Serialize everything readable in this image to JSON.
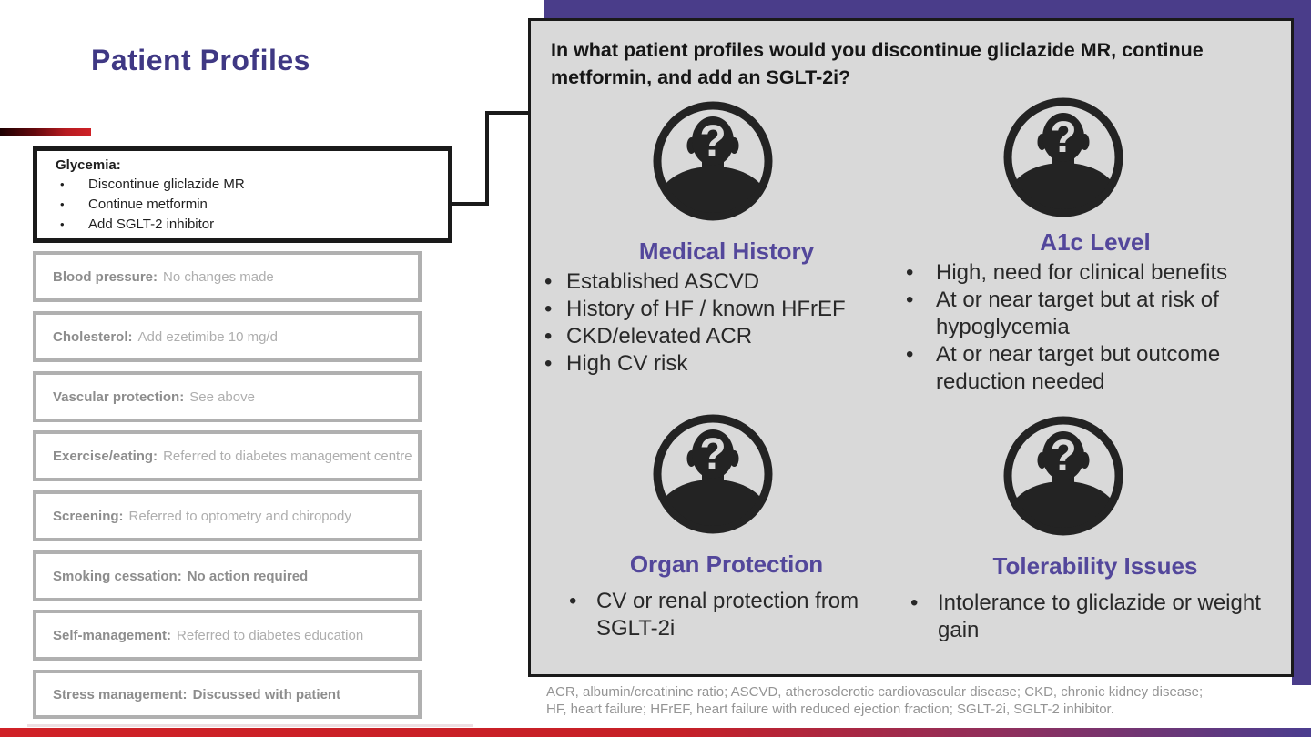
{
  "title": "Patient Profiles",
  "question": "In what patient profiles would you discontinue gliclazide MR, continue metformin, and add an SGLT-2i?",
  "glycemia": {
    "label": "Glycemia:",
    "items": [
      "Discontinue gliclazide MR",
      "Continue metformin",
      "Add SGLT-2 inhibitor"
    ]
  },
  "management_boxes": [
    {
      "label": "Blood pressure:",
      "value": "No changes made"
    },
    {
      "label": "Cholesterol:",
      "value": "Add ezetimibe 10 mg/d"
    },
    {
      "label": "Vascular protection:",
      "value": "See above"
    },
    {
      "label": "Exercise/eating:",
      "value": "Referred to diabetes management centre"
    },
    {
      "label": "Screening:",
      "value": "Referred to optometry and chiropody"
    },
    {
      "label": "Smoking cessation:",
      "value": "No action required"
    },
    {
      "label": "Self-management:",
      "value": "Referred to diabetes education"
    },
    {
      "label": "Stress management:",
      "value": "Discussed with patient"
    }
  ],
  "profiles": [
    {
      "heading": "Medical History",
      "bullets": [
        "Established ASCVD",
        "History of HF / known HFrEF",
        "CKD/elevated ACR",
        "High CV risk"
      ]
    },
    {
      "heading": "A1c Level",
      "bullets": [
        "High, need for clinical benefits",
        "At or near target but at risk of hypoglycemia",
        "At or near target but outcome reduction needed"
      ]
    },
    {
      "heading": "Organ Protection",
      "bullets": [
        "CV or renal protection from SGLT-2i"
      ]
    },
    {
      "heading": "Tolerability Issues",
      "bullets": [
        "Intolerance to gliclazide or weight gain"
      ]
    }
  ],
  "footnote": {
    "line1": "ACR, albumin/creatinine ratio; ASCVD, atherosclerotic cardiovascular disease; CKD, chronic kidney disease;",
    "line2": "HF, heart failure; HFrEF, heart failure with reduced ejection fraction; SGLT-2i, SGLT-2 inhibitor."
  },
  "icons": {
    "person": "anonymous-person-question-icon"
  },
  "colors": {
    "accent_purple": "#4a3d8a",
    "heading_purple": "#53479b",
    "title_purple": "#3f3884",
    "accent_red": "#cf2127",
    "panel_gray": "#d9d9d9",
    "box_border_gray": "#b0b0b0"
  }
}
